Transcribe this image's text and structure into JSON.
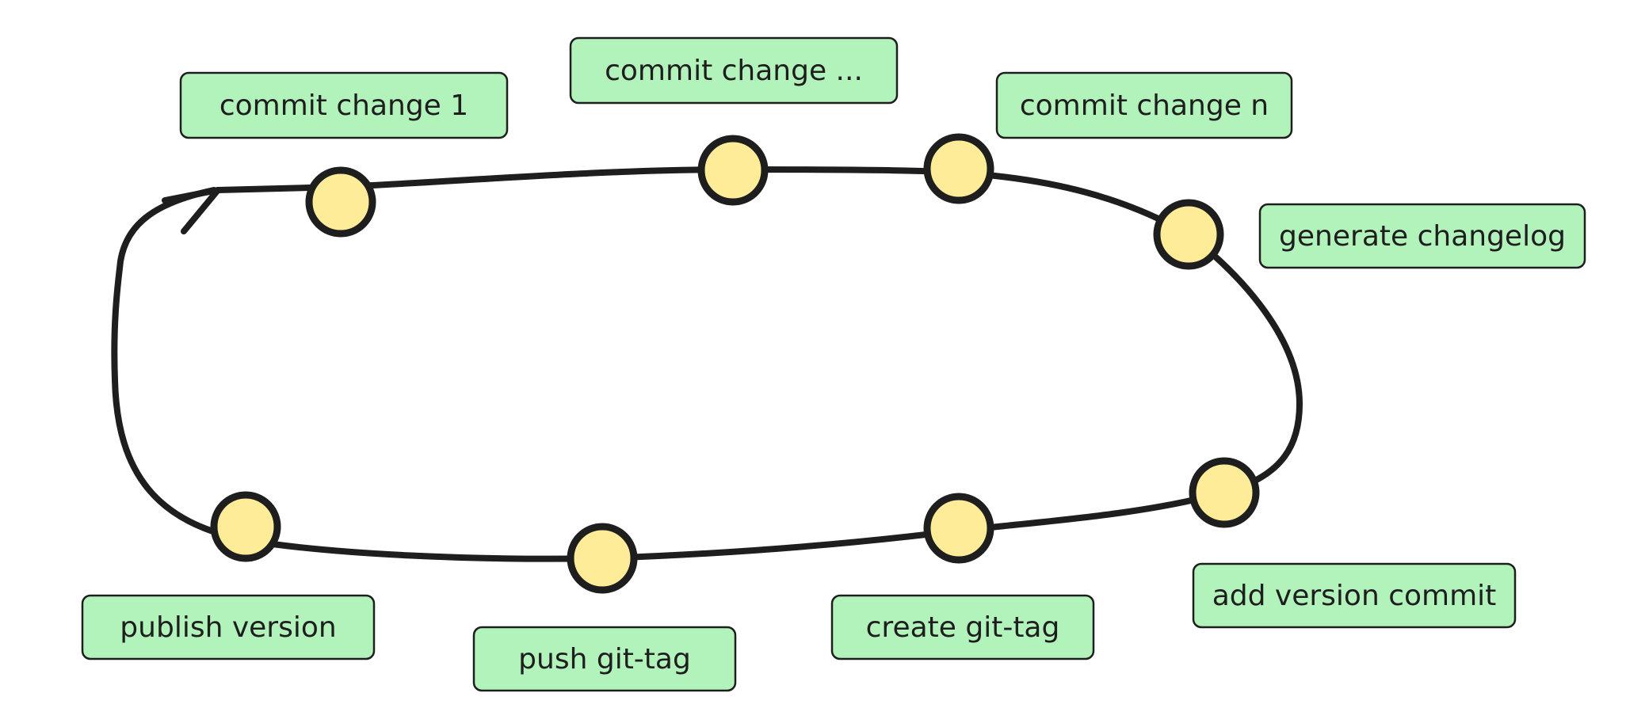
{
  "colors": {
    "stroke": "#1e1e1e",
    "label_fill": "#b2f2bb",
    "node_fill": "#ffec99",
    "background": "#ffffff"
  },
  "steps": [
    {
      "id": "commit-change-1",
      "label": "commit change 1"
    },
    {
      "id": "commit-change-ellipsis",
      "label": "commit change ..."
    },
    {
      "id": "commit-change-n",
      "label": "commit change n"
    },
    {
      "id": "generate-changelog",
      "label": "generate changelog"
    },
    {
      "id": "add-version-commit",
      "label": "add version commit"
    },
    {
      "id": "create-git-tag",
      "label": "create git-tag"
    },
    {
      "id": "push-git-tag",
      "label": "push git-tag"
    },
    {
      "id": "publish-version",
      "label": "publish version"
    }
  ]
}
